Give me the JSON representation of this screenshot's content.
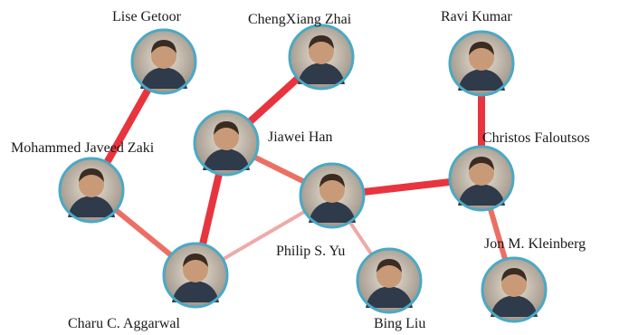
{
  "colors": {
    "strong": "#e8343e",
    "medium": "#ec6f63",
    "weak": "#eeaaa8",
    "node_border": "#4aa9c4",
    "label_text": "#1a1a1a"
  },
  "nodes": [
    {
      "id": "getoor",
      "name": "Lise Getoor",
      "avatar": "portrait-icon"
    },
    {
      "id": "zhai",
      "name": "ChengXiang Zhai",
      "avatar": "portrait-icon"
    },
    {
      "id": "kumar",
      "name": "Ravi Kumar",
      "avatar": "portrait-icon"
    },
    {
      "id": "han",
      "name": "Jiawei Han",
      "avatar": "portrait-icon"
    },
    {
      "id": "zaki",
      "name": "Mohammed Javeed Zaki",
      "avatar": "portrait-icon"
    },
    {
      "id": "faloutsos",
      "name": "Christos Faloutsos",
      "avatar": "portrait-icon"
    },
    {
      "id": "yu",
      "name": "Philip S. Yu",
      "avatar": "portrait-icon"
    },
    {
      "id": "kleinberg",
      "name": "Jon M. Kleinberg",
      "avatar": "portrait-icon"
    },
    {
      "id": "aggarwal",
      "name": "Charu C. Aggarwal",
      "avatar": "portrait-icon"
    },
    {
      "id": "liu",
      "name": "Bing Liu",
      "avatar": "portrait-icon"
    }
  ],
  "edges": [
    {
      "from": "getoor",
      "to": "zaki",
      "strength": "strong"
    },
    {
      "from": "zhai",
      "to": "han",
      "strength": "strong"
    },
    {
      "from": "kumar",
      "to": "faloutsos",
      "strength": "strong"
    },
    {
      "from": "han",
      "to": "yu",
      "strength": "medium"
    },
    {
      "from": "han",
      "to": "aggarwal",
      "strength": "strong"
    },
    {
      "from": "yu",
      "to": "faloutsos",
      "strength": "strong"
    },
    {
      "from": "yu",
      "to": "aggarwal",
      "strength": "weak"
    },
    {
      "from": "yu",
      "to": "liu",
      "strength": "weak"
    },
    {
      "from": "zaki",
      "to": "aggarwal",
      "strength": "medium"
    },
    {
      "from": "faloutsos",
      "to": "kleinberg",
      "strength": "medium"
    }
  ]
}
